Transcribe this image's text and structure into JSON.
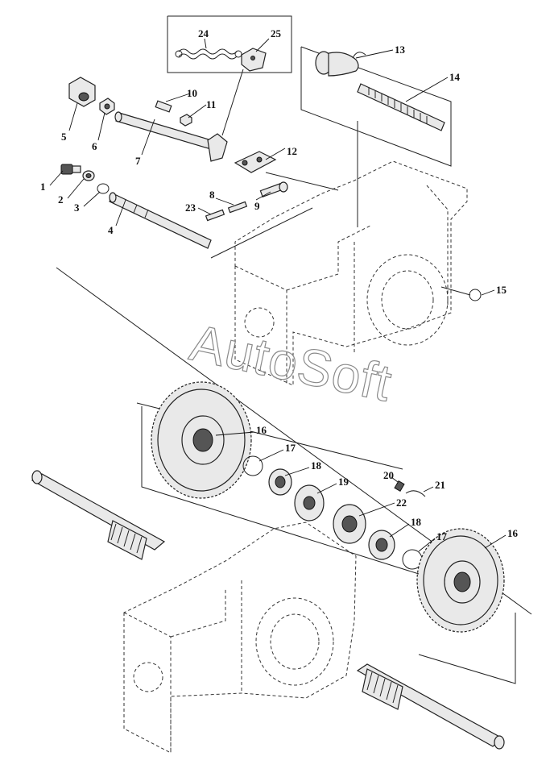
{
  "watermark": "AutoSoft",
  "callouts": [
    {
      "id": "c1",
      "label": "1"
    },
    {
      "id": "c2",
      "label": "2"
    },
    {
      "id": "c3",
      "label": "3"
    },
    {
      "id": "c4",
      "label": "4"
    },
    {
      "id": "c5",
      "label": "5"
    },
    {
      "id": "c6",
      "label": "6"
    },
    {
      "id": "c7",
      "label": "7"
    },
    {
      "id": "c8",
      "label": "8"
    },
    {
      "id": "c9",
      "label": "9"
    },
    {
      "id": "c10",
      "label": "10"
    },
    {
      "id": "c11",
      "label": "11"
    },
    {
      "id": "c12",
      "label": "12"
    },
    {
      "id": "c13",
      "label": "13"
    },
    {
      "id": "c14",
      "label": "14"
    },
    {
      "id": "c15",
      "label": "15"
    },
    {
      "id": "c16a",
      "label": "16"
    },
    {
      "id": "c17a",
      "label": "17"
    },
    {
      "id": "c18a",
      "label": "18"
    },
    {
      "id": "c19",
      "label": "19"
    },
    {
      "id": "c20",
      "label": "20"
    },
    {
      "id": "c21",
      "label": "21"
    },
    {
      "id": "c22",
      "label": "22"
    },
    {
      "id": "c18b",
      "label": "18"
    },
    {
      "id": "c17b",
      "label": "17"
    },
    {
      "id": "c16b",
      "label": "16"
    },
    {
      "id": "c23",
      "label": "23"
    },
    {
      "id": "c24",
      "label": "24"
    },
    {
      "id": "c25",
      "label": "25"
    }
  ]
}
